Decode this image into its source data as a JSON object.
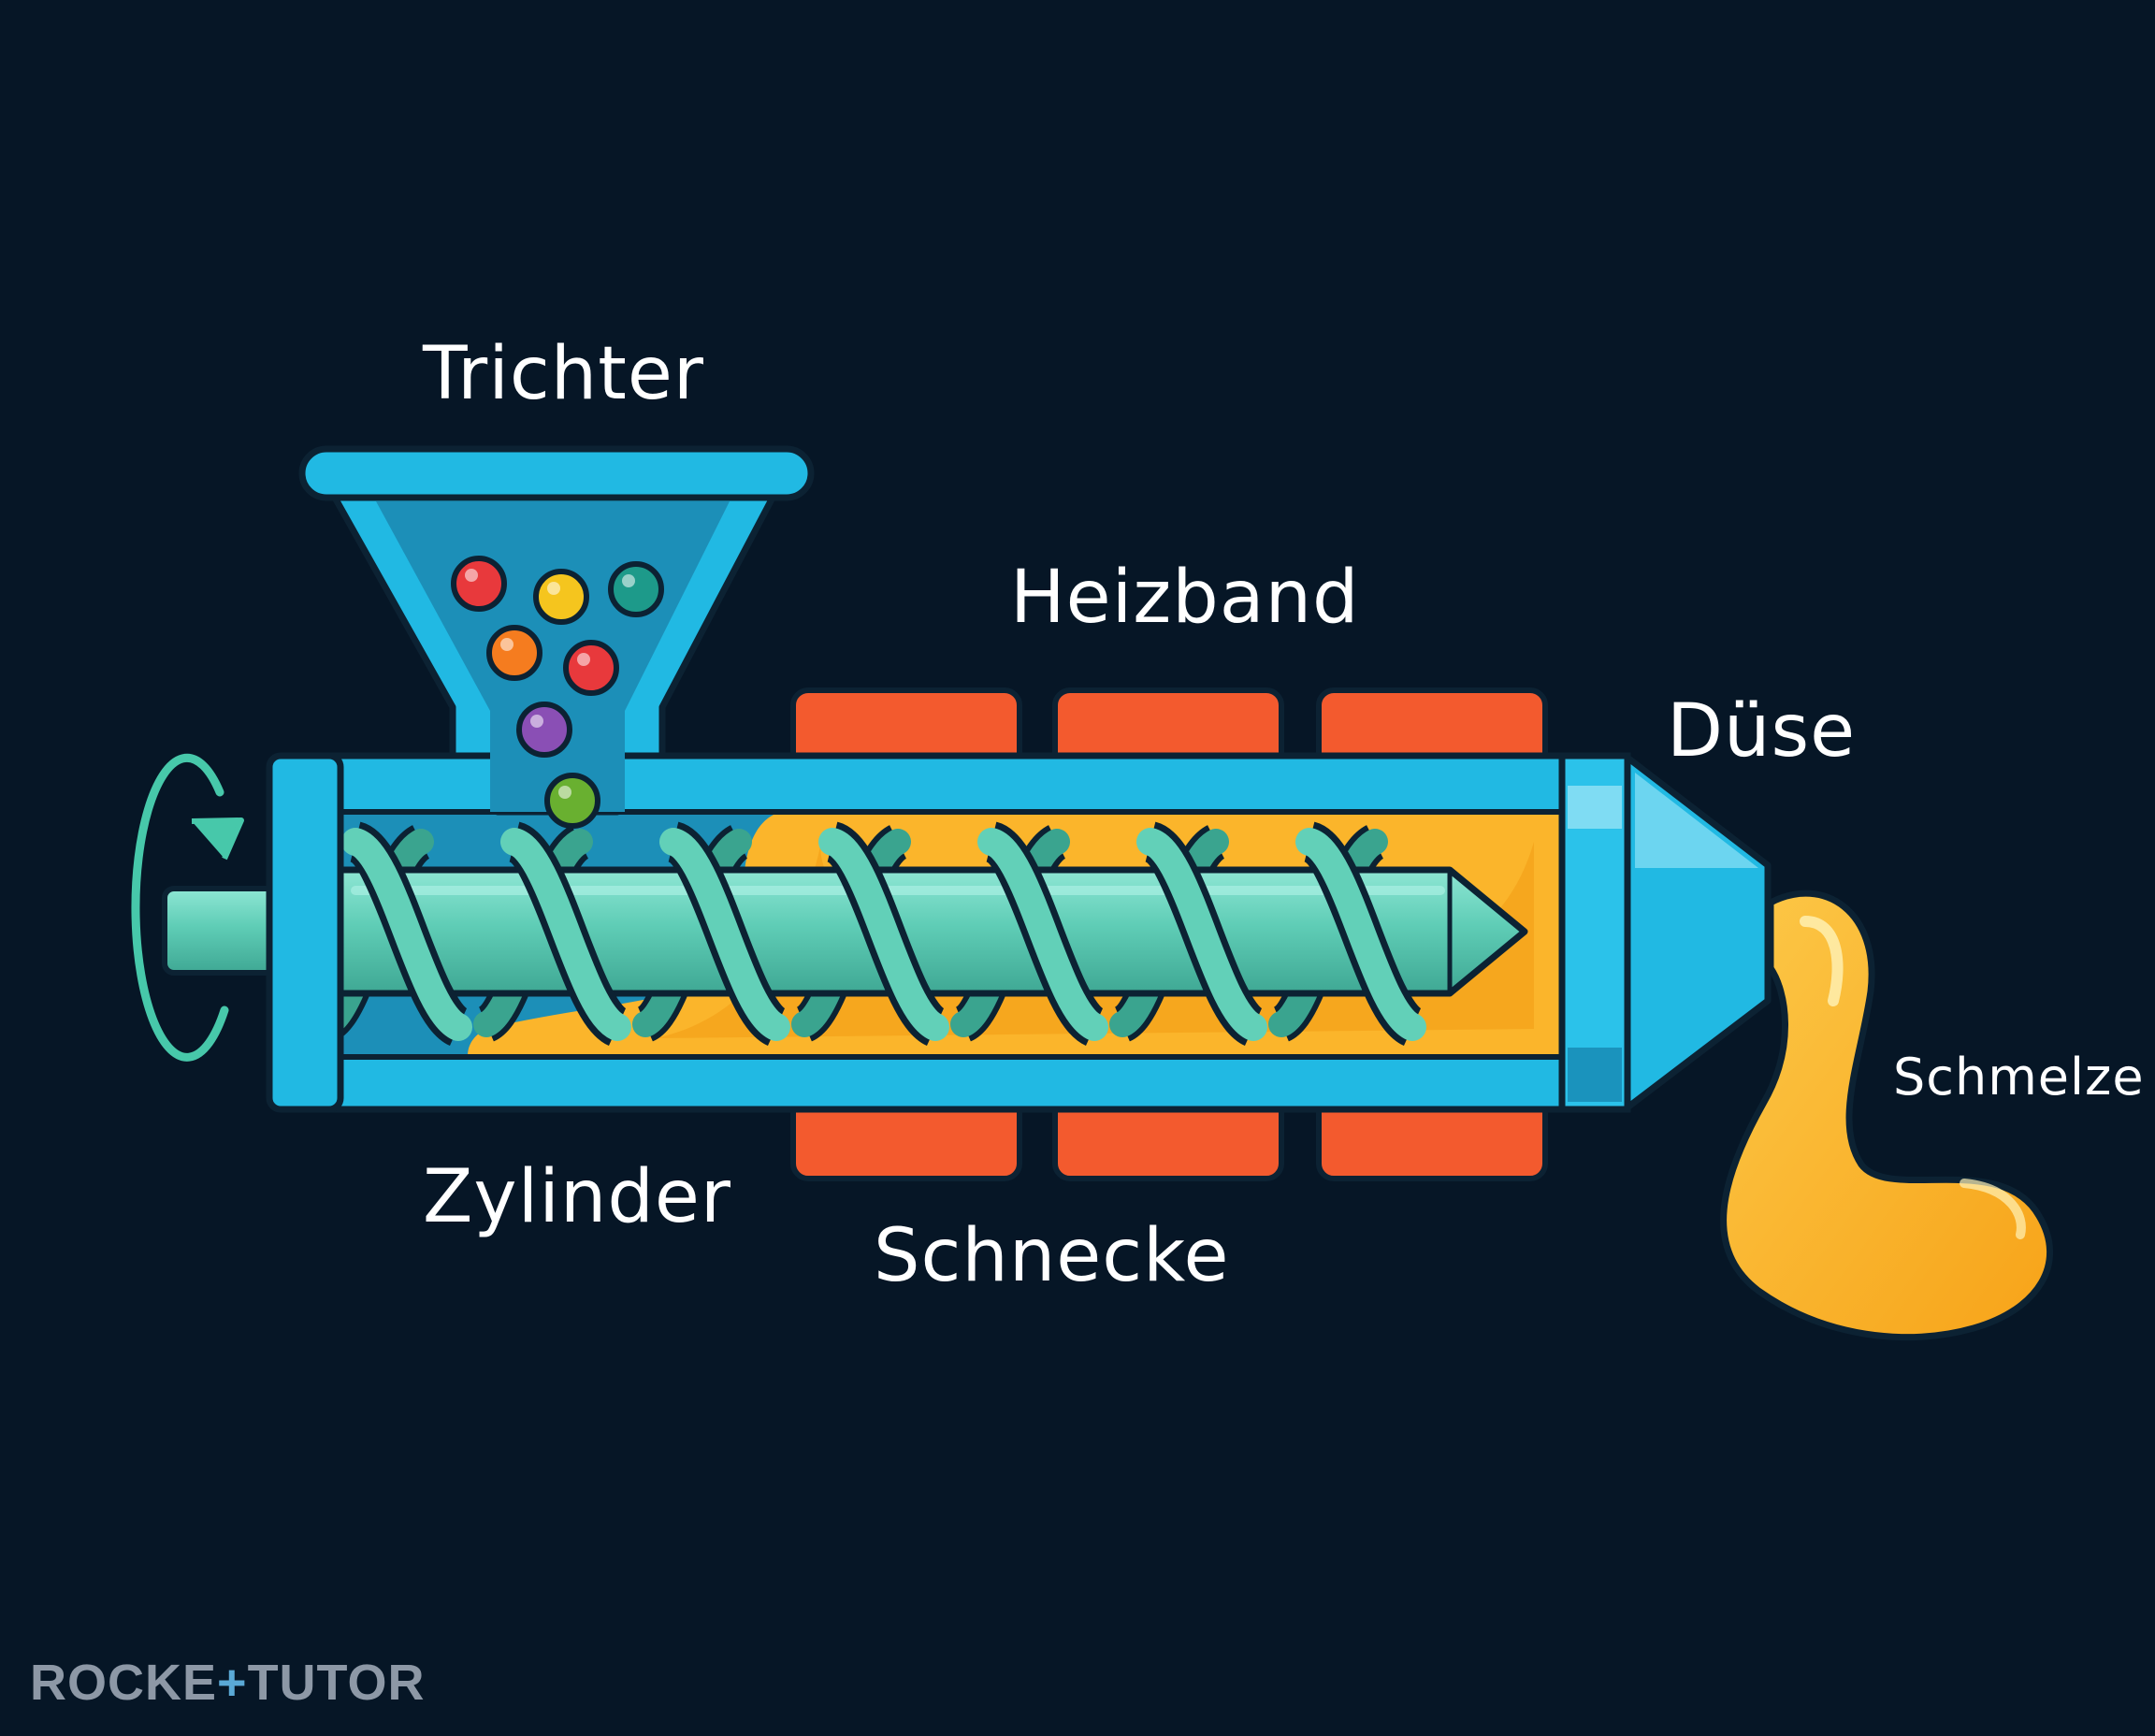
{
  "labels": {
    "hopper": "Trichter",
    "heater_band": "Heizband",
    "nozzle": "Düse",
    "melt": "Schmelze",
    "cylinder": "Zylinder",
    "screw": "Schnecke"
  },
  "brand": {
    "part1": "ROCKE",
    "plus": "+",
    "part2": "TUTOR"
  },
  "colors": {
    "background": "#061626",
    "outline": "#0c2233",
    "barrel": "#21b9e3",
    "screw": "#5fcdb6",
    "melt": "#fbb52b",
    "heater": "#f35a2e",
    "label": "#ffffff"
  },
  "pellet_colors": [
    "#e8393c",
    "#f5c51e",
    "#1d9a8a",
    "#f57c1f",
    "#e8393c",
    "#8a4fb5",
    "#69b030"
  ],
  "icons": [
    "rotation-arrow-icon"
  ]
}
